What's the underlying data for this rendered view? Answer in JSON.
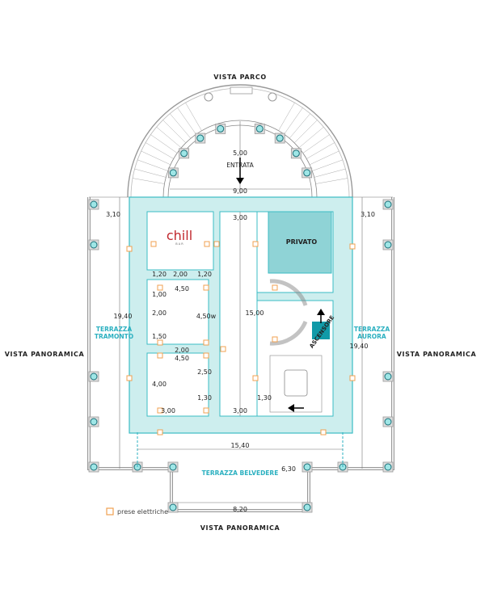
{
  "orientation": {
    "top": "VISTA PARCO",
    "left": "VISTA PANORAMICA",
    "right": "VISTA PANORAMICA",
    "bottom": "VISTA PANORAMICA"
  },
  "entrance": {
    "label": "ENTRATA",
    "radius_dim": "5,00",
    "width_dim": "9,00"
  },
  "rooms": {
    "bar_logo": "chill",
    "bar_logo_sub": "B A R",
    "private": "PRIVATO",
    "elevator": "ASCENSORE"
  },
  "terraces": {
    "west": [
      "TERRAZZA",
      "TRAMONTO"
    ],
    "east": [
      "TERRAZZA",
      "AURORA"
    ],
    "south": "TERRAZZA BELVEDERE"
  },
  "dimensions": {
    "west_terrace_width": "3,10",
    "east_terrace_width": "3,10",
    "entry_hall": "3,00",
    "d_120a": "1,20",
    "d_200a": "2,00",
    "d_120b": "1,20",
    "d_450a": "4,50",
    "d_100": "1,00",
    "west_length": "19,40",
    "d_200b": "2,00",
    "d_450w": "4,50w",
    "hall_length": "15,00",
    "d_150": "1,50",
    "d_200c": "2,00",
    "d_450b": "4,50",
    "d_250": "2,50",
    "d_400": "4,00",
    "d_130a": "1,30",
    "d_130b": "1,30",
    "d_300a": "3,00",
    "d_300b": "3,00",
    "east_length": "19,40",
    "total_width": "15,40",
    "belvedere_depth": "6,30",
    "belvedere_width": "8,20"
  },
  "legend": {
    "outlet": "prese elettriche"
  },
  "colors": {
    "wall": "#cdeeee",
    "wall_stroke": "#3bbcc4",
    "private_fill": "#8fd3d6",
    "elevator_fill": "#119aa8",
    "outlet": "#f0a050",
    "terrace_text": "#2bb0c0",
    "bar_logo": "#c0272d"
  }
}
